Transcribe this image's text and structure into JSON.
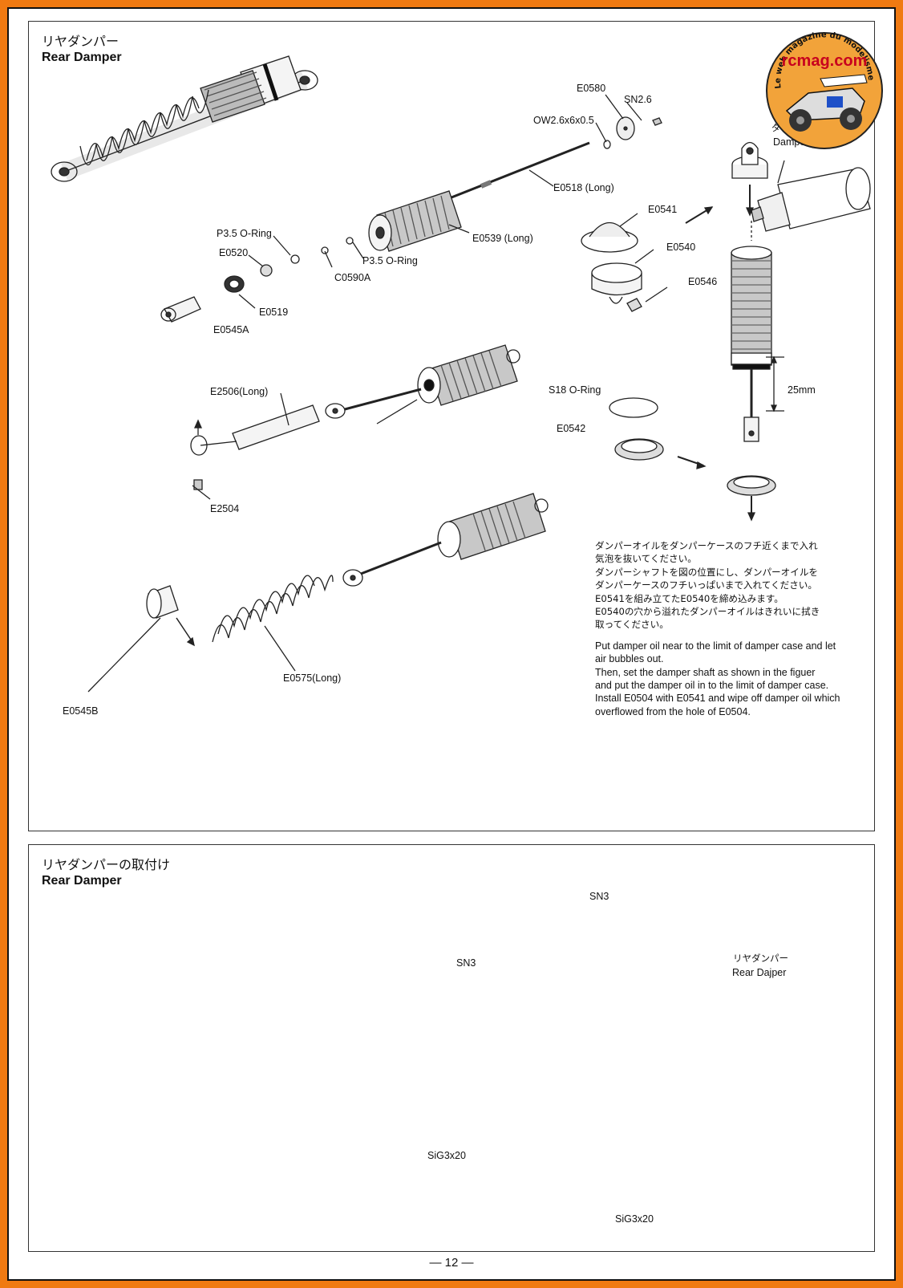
{
  "top": {
    "title_jp": "リヤダンパー",
    "title_en": "Rear Damper",
    "labels": {
      "e0580": "E0580",
      "sn26": "SN2.6",
      "ow": "OW2.6x6x0.5",
      "e0518": "E0518 (Long)",
      "e0539": "E0539 (Long)",
      "p35a": "P3.5 O-Ring",
      "p35b": "P3.5 O-Ring",
      "e0520": "E0520",
      "c0590a": "C0590A",
      "e0519": "E0519",
      "e0545a": "E0545A",
      "e0541": "E0541",
      "e0540": "E0540",
      "e0546": "E0546",
      "damper_oil_jp": "ダンパーオイル",
      "damper_oil": "Damper Oil",
      "mm25": "25mm",
      "e2506": "E2506(Long)",
      "e2504": "E2504",
      "s18": "S18 O-Ring",
      "e0542": "E0542",
      "e0575": "E0575(Long)",
      "e0545b": "E0545B"
    },
    "instructions_jp": [
      "ダンパーオイルをダンパーケースのフチ近くまで入れ",
      "気泡を抜いてください。",
      "ダンパーシャフトを図の位置にし、ダンパーオイルを",
      "ダンパーケースのフチいっぱいまで入れてください。",
      "E0541を組み立てたE0540を締め込みます。",
      "E0540の穴から溢れたダンパーオイルはきれいに拭き",
      "取ってください。"
    ],
    "instructions_en": [
      "Put damper oil near to the limit of damper case and let",
      "air bubbles out.",
      "Then, set the damper shaft as shown in the figuer",
      "and put the damper oil in to the limit of damper case.",
      "Install E0504 with E0541 and wipe off damper oil which",
      "overflowed from the hole of E0504."
    ]
  },
  "bottom": {
    "title_jp": "リヤダンパーの取付け",
    "title_en": "Rear Damper",
    "labels": {
      "sn3a": "SN3",
      "sn3b": "SN3",
      "rd_jp": "リヤダンパー",
      "rd_en": "Rear Dajper",
      "sig1": "SiG3x20",
      "sig2": "SiG3x20"
    }
  },
  "page_number": "— 12 —",
  "logo": {
    "side_text": "Le web magazine du modelisme",
    "brand": "rcmag.com"
  },
  "colors": {
    "frame": "#f07a12",
    "logo_bg": "#f2a33a",
    "logo_brand": "#c8001e"
  }
}
